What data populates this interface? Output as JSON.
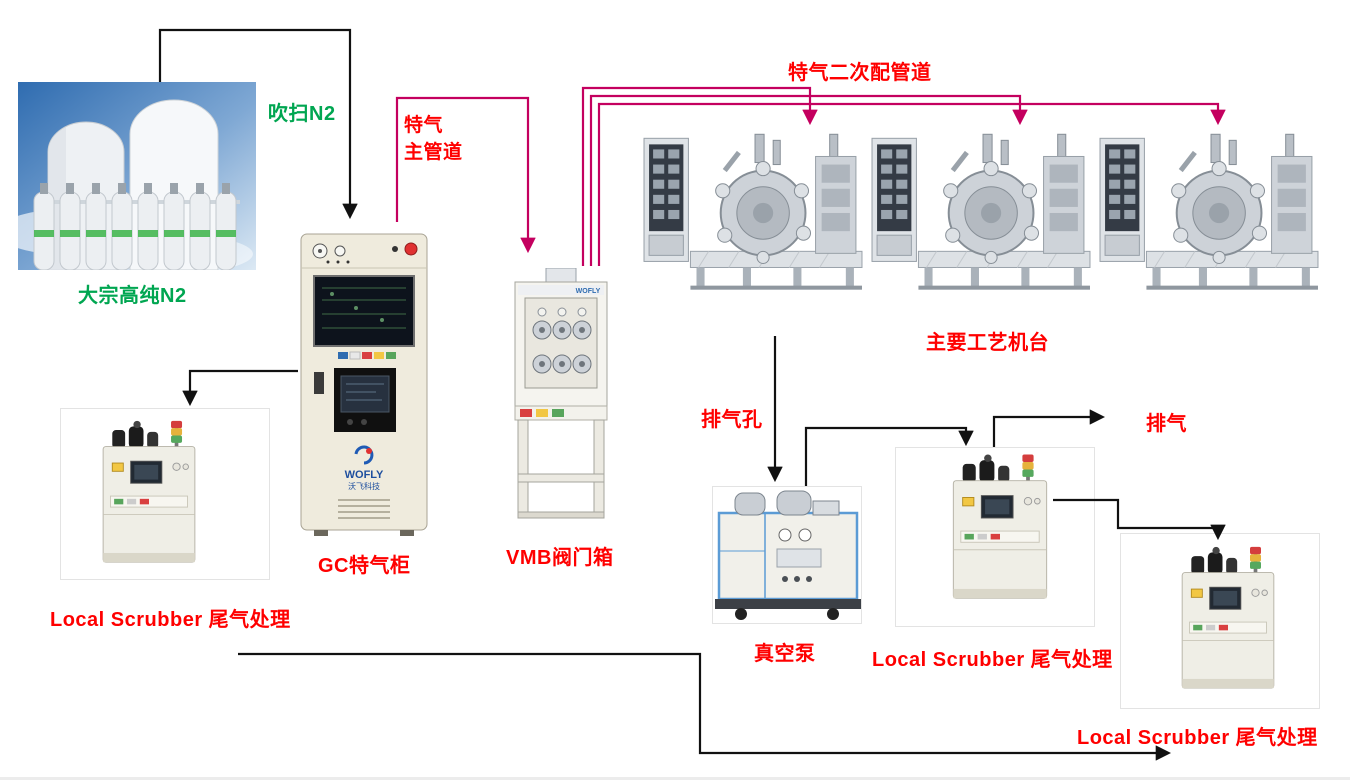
{
  "colors": {
    "bg": "#ffffff",
    "red": "#ff0000",
    "green": "#00a651",
    "pipe": "#c4005f",
    "line": "#111111"
  },
  "labels": {
    "bulk_n2": "大宗高纯N2",
    "purge_n2": "吹扫N2",
    "main_pipe_l1": "特气",
    "main_pipe_l2": "主管道",
    "secondary_pipe": "特气二次配管道",
    "gc_cabinet": "GC特气柜",
    "vmb_box": "VMB阀门箱",
    "process_tools": "主要工艺机台",
    "vent_hole": "排气孔",
    "exhaust": "排气",
    "vacuum_pump": "真空泵",
    "scrubber": "Local Scrubber 尾气处理"
  },
  "equipment": {
    "gc_logo_brand": "WOFLY",
    "gc_logo_sub": "沃飞科技",
    "vmb_logo": "WOFLY"
  }
}
